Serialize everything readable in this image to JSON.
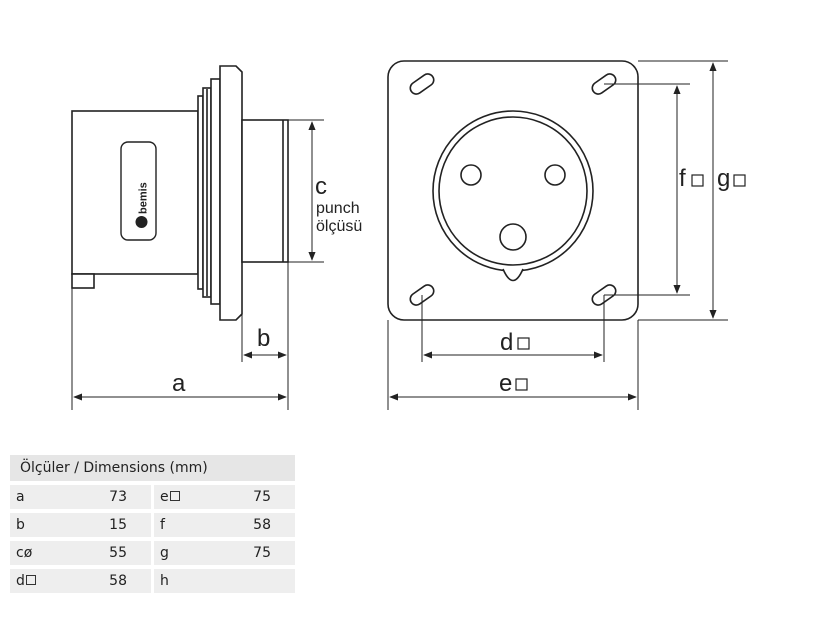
{
  "drawing": {
    "brand_logo": "bemis",
    "labels": {
      "a": "a",
      "b": "b",
      "c": "c",
      "c_note_line1": "punch",
      "c_note_line2": "ölçüsü",
      "d": "d",
      "e": "e",
      "f": "f",
      "g": "g"
    }
  },
  "table": {
    "title": "Ölçüler / Dimensions (mm)",
    "rows": [
      {
        "k1": "a",
        "v1": "73",
        "k2": "e",
        "v2": "75"
      },
      {
        "k1": "b",
        "v1": "15",
        "k2": "f",
        "v2": "58"
      },
      {
        "k1": "cø",
        "v1": "55",
        "k2": "g",
        "v2": "75"
      },
      {
        "k1": "d",
        "v1": "58",
        "k2": "h",
        "v2": ""
      }
    ]
  },
  "colors": {
    "line": "#222222",
    "cell": "#eeeeee"
  }
}
